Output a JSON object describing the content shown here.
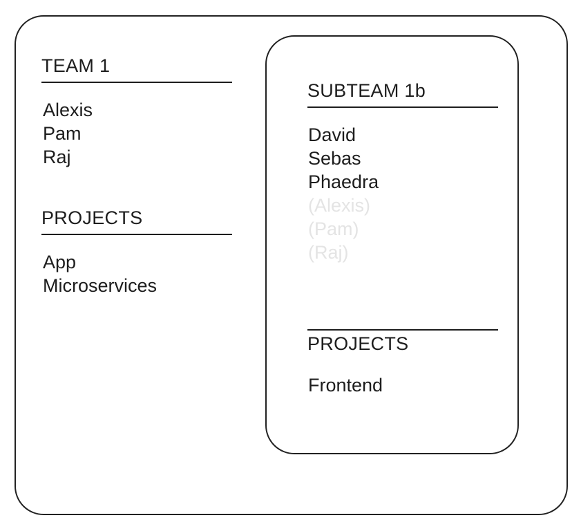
{
  "diagram": {
    "title": "Team and subteam membership diagram",
    "colors": {
      "border": "#222222",
      "text": "#1d1d1d",
      "muted_text": "#e4e4e4",
      "background": "#ffffff"
    }
  },
  "team": {
    "name": "TEAM 1",
    "members_heading": "TEAM 1",
    "members": [
      "Alexis",
      "Pam",
      "Raj"
    ],
    "projects_heading": "PROJECTS",
    "projects": [
      "App",
      "Microservices"
    ]
  },
  "subteam": {
    "name": "SUBTEAM 1b",
    "members_heading": "SUBTEAM 1b",
    "members": [
      {
        "label": "David",
        "inherited": false
      },
      {
        "label": "Sebas",
        "inherited": false
      },
      {
        "label": "Phaedra",
        "inherited": false
      },
      {
        "label": "(Alexis)",
        "inherited": true
      },
      {
        "label": "(Pam)",
        "inherited": true
      },
      {
        "label": "(Raj)",
        "inherited": true
      }
    ],
    "projects_heading": "PROJECTS",
    "projects": [
      "Frontend"
    ]
  }
}
